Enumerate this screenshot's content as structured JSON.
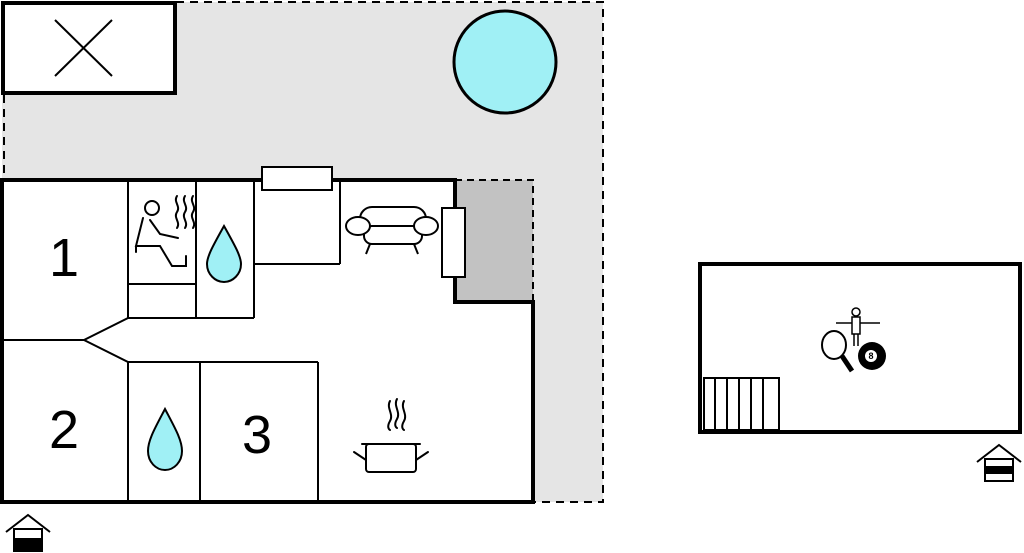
{
  "rooms": [
    {
      "id": "room-1",
      "number": "1"
    },
    {
      "id": "room-2",
      "number": "2"
    },
    {
      "id": "room-3",
      "number": "3"
    }
  ],
  "icons": [
    "skylight-icon",
    "pool-icon",
    "sauna-icon",
    "shower-icon",
    "sofa-icon",
    "cooking-pot-icon",
    "foosball-icon",
    "table-tennis-icon",
    "billiard-ball-icon",
    "stairs-icon",
    "entrance-icon"
  ],
  "billiard_ball_label": "8",
  "colors": {
    "terrace": "#e5e5e5",
    "covered_area": "#c2c2c2",
    "water": "#a0f0f5",
    "walls": "#000000"
  }
}
